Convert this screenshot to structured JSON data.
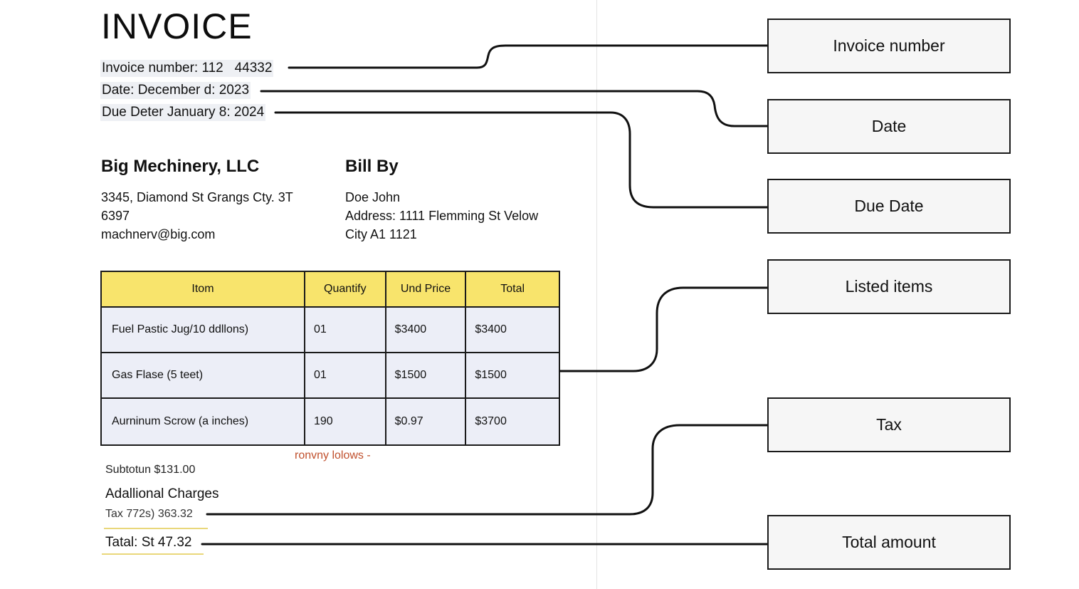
{
  "invoice": {
    "title": "INVOICE",
    "invoice_number_line": "Invoice number: 112   44332",
    "date_line": "Date: December d: 2023",
    "due_date_line": "Due Deter January 8: 2024"
  },
  "seller": {
    "name": "Big Mechinery, LLC",
    "address_line1": "3345, Diamond St Grangs Cty. 3T",
    "address_line2": "6397",
    "email": "machnerv@big.com"
  },
  "bill_by": {
    "heading": "Bill By",
    "name": "Doe John",
    "address_line1": "Address: 1111 Flemming St Velow",
    "address_line2": "City A1 1121"
  },
  "items_table": {
    "headers": [
      "Itom",
      "Quantify",
      "Und Price",
      "Total"
    ],
    "rows": [
      [
        "Fuel Pastic Jug/10 ddllons)",
        "01",
        "$3400",
        "$3400"
      ],
      [
        "Gas Flase (5 teet)",
        "01",
        "$1500",
        "$1500"
      ],
      [
        "Aurninum Scrow (a inches)",
        "190",
        "$0.97",
        "$3700"
      ]
    ],
    "header_color": "#f8e46c",
    "row_color": "#eceef7"
  },
  "summary": {
    "note": "ronvny lolows -",
    "subtotal": "Subtotun $131.00",
    "additional_charges": "Adallional Charges",
    "tax": "Tax 772s) 363.32",
    "total": "Tatal: St 47.32"
  },
  "callouts": [
    {
      "label": "Invoice number"
    },
    {
      "label": "Date"
    },
    {
      "label": "Due Date"
    },
    {
      "label": "Listed items"
    },
    {
      "label": "Tax"
    },
    {
      "label": "Total amount"
    }
  ],
  "colors": {
    "note_text": "#c0502d",
    "underline": "#e9d77a",
    "callout_bg": "#f6f6f6",
    "connector": "#111111"
  }
}
